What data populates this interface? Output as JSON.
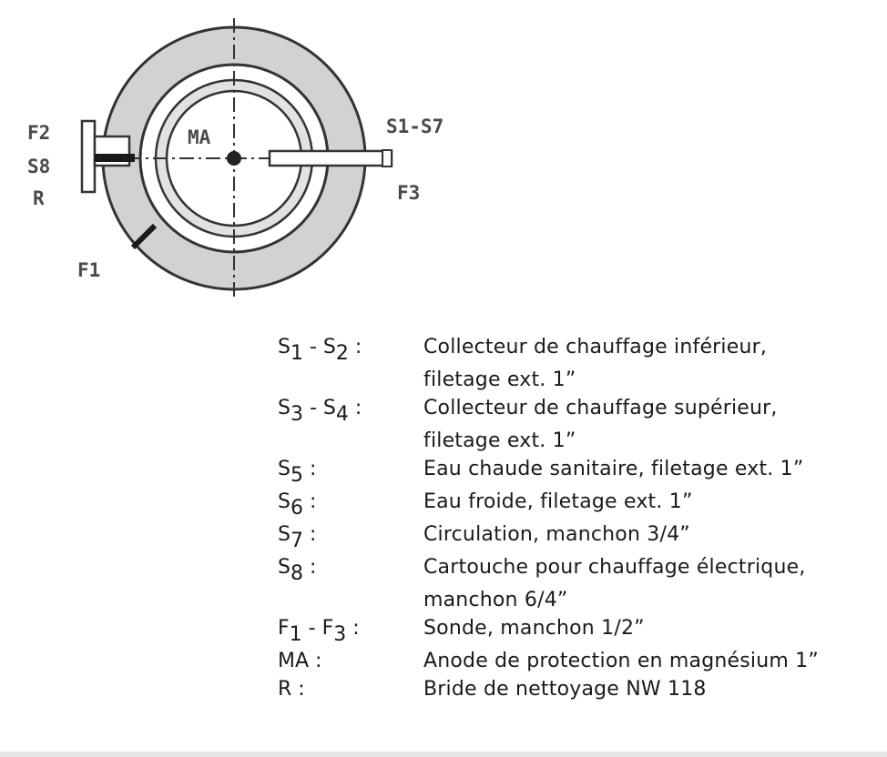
{
  "diagram": {
    "labels": {
      "f2": "F2",
      "s8": "S8",
      "r": "R",
      "ma": "MA",
      "s1s7": "S1-S7",
      "f3": "F3",
      "f1": "F1"
    }
  },
  "legend": [
    {
      "code_a": "S",
      "sub_a": "1",
      "sep": " - ",
      "code_b": "S",
      "sub_b": "2",
      "colon": " :",
      "desc": "Collecteur de chauffage inférieur,"
    },
    {
      "code_a": "",
      "sub_a": "",
      "sep": "",
      "code_b": "",
      "sub_b": "",
      "colon": "",
      "desc": "filetage ext. 1”"
    },
    {
      "code_a": "S",
      "sub_a": "3",
      "sep": " - ",
      "code_b": "S",
      "sub_b": "4",
      "colon": " :",
      "desc": "Collecteur de chauffage supérieur,"
    },
    {
      "code_a": "",
      "sub_a": "",
      "sep": "",
      "code_b": "",
      "sub_b": "",
      "colon": "",
      "desc": "filetage ext. 1”"
    },
    {
      "code_a": "S",
      "sub_a": "5",
      "sep": "",
      "code_b": "",
      "sub_b": "",
      "colon": " :",
      "desc": "Eau chaude sanitaire, filetage ext. 1”"
    },
    {
      "code_a": "S",
      "sub_a": "6",
      "sep": "",
      "code_b": "",
      "sub_b": "",
      "colon": " :",
      "desc": "Eau froide, filetage ext. 1”"
    },
    {
      "code_a": "S",
      "sub_a": "7",
      "sep": "",
      "code_b": "",
      "sub_b": "",
      "colon": " :",
      "desc": "Circulation, manchon 3/4”"
    },
    {
      "code_a": "S",
      "sub_a": "8",
      "sep": "",
      "code_b": "",
      "sub_b": "",
      "colon": " :",
      "desc": "Cartouche pour chauffage électrique,"
    },
    {
      "code_a": "",
      "sub_a": "",
      "sep": "",
      "code_b": "",
      "sub_b": "",
      "colon": "",
      "desc": "manchon 6/4”"
    },
    {
      "code_a": "F",
      "sub_a": "1",
      "sep": " - ",
      "code_b": "F",
      "sub_b": "3",
      "colon": " :",
      "desc": "Sonde, manchon 1/2”"
    },
    {
      "code_a": "MA",
      "sub_a": "",
      "sep": "",
      "code_b": "",
      "sub_b": "",
      "colon": " :",
      "desc": "Anode de protection en magnésium 1”"
    },
    {
      "code_a": "R",
      "sub_a": "",
      "sep": "",
      "code_b": "",
      "sub_b": "",
      "colon": " :",
      "desc": "Bride de nettoyage NW 118"
    }
  ],
  "colors": {
    "ring_fill": "#d2d2d2",
    "outline": "#333333",
    "text": "#1a1a1a"
  }
}
